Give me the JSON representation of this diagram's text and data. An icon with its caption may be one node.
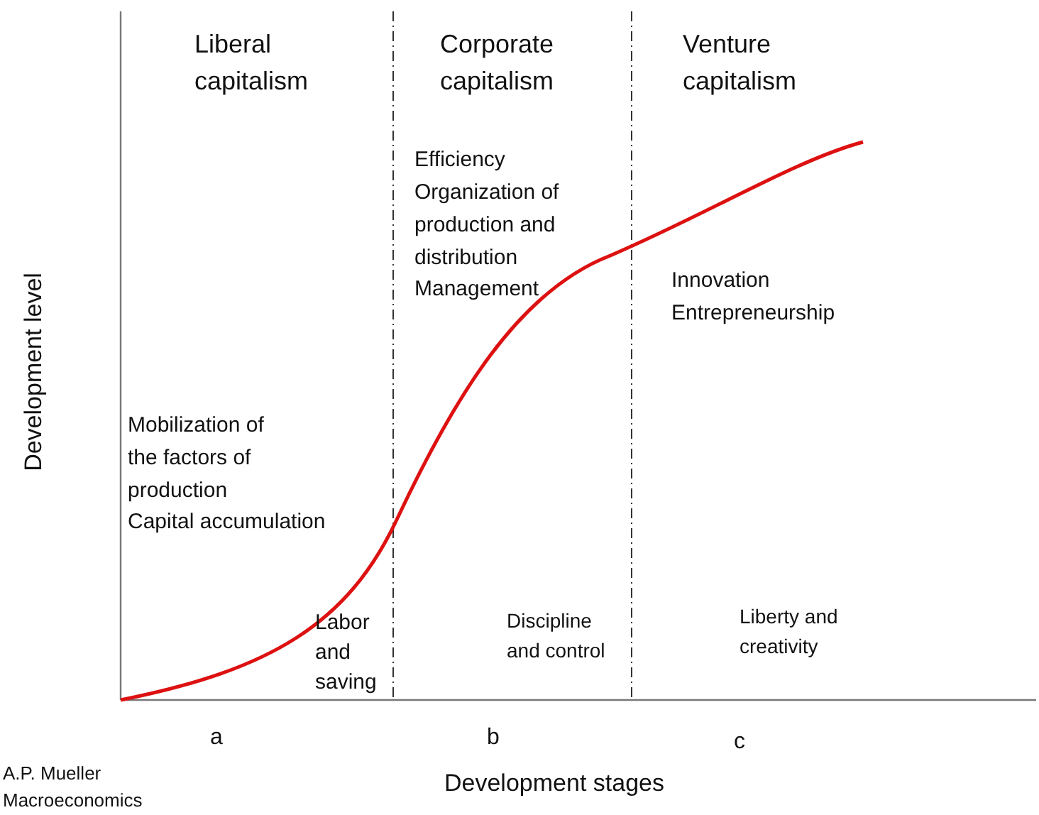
{
  "diagram": {
    "labels": [
      "Liberal capitalism",
      "Corporate capitalism",
      "Venture capitalism",
      "Efficiency",
      "Organization of production and distribution",
      "Management",
      "Innovation",
      "Entrepreneurship",
      "Development level",
      "Mobilization of the factors of production",
      "Capital accumulation",
      "Labor and saving",
      "Discipline and control",
      "Liberty and creativity",
      "a",
      "b",
      "c",
      "A.P. Mueller",
      "Macroeconomics",
      "Development stages"
    ]
  }
}
